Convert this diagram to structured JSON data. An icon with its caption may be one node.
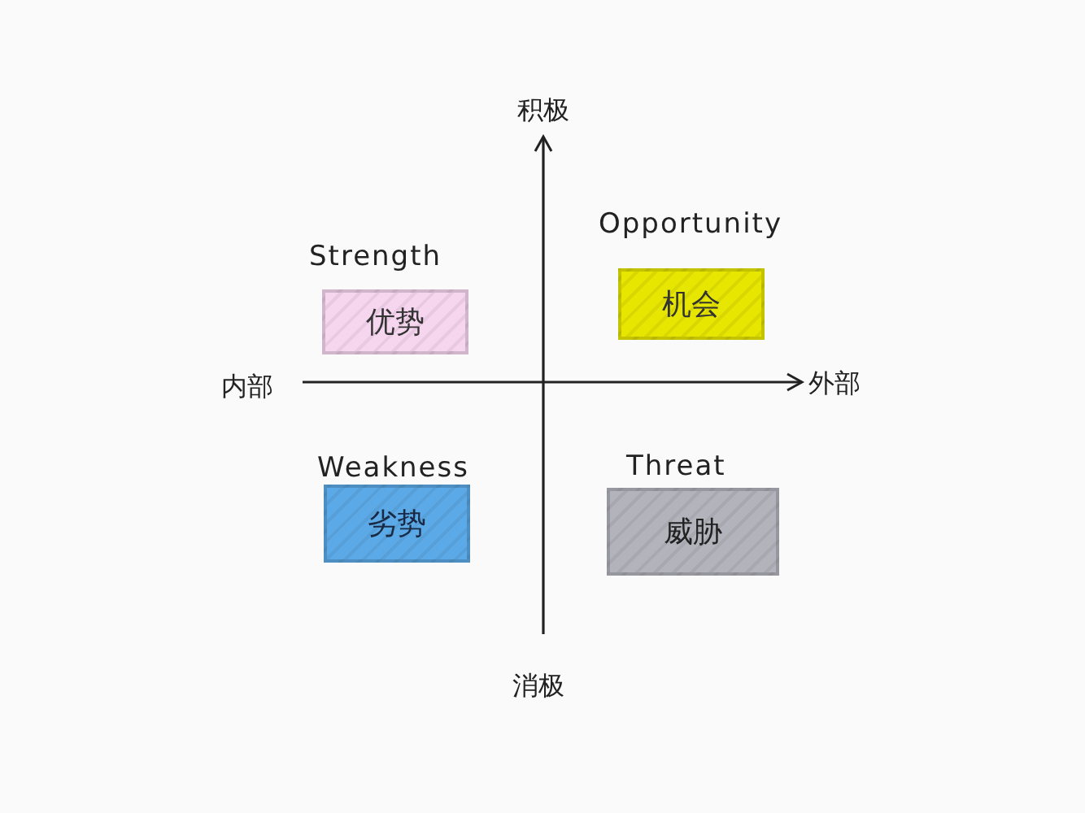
{
  "diagram": {
    "nodes": [
      {
        "text": [
          "Strength",
          "优势"
        ]
      },
      {
        "text": [
          "Opportunity",
          "机会"
        ]
      },
      {
        "text": [
          "Weakness",
          "劣势"
        ]
      },
      {
        "text": [
          "Threat",
          "威胁"
        ]
      }
    ],
    "labels": [
      "积极",
      "内部",
      "外部",
      "消极"
    ]
  }
}
